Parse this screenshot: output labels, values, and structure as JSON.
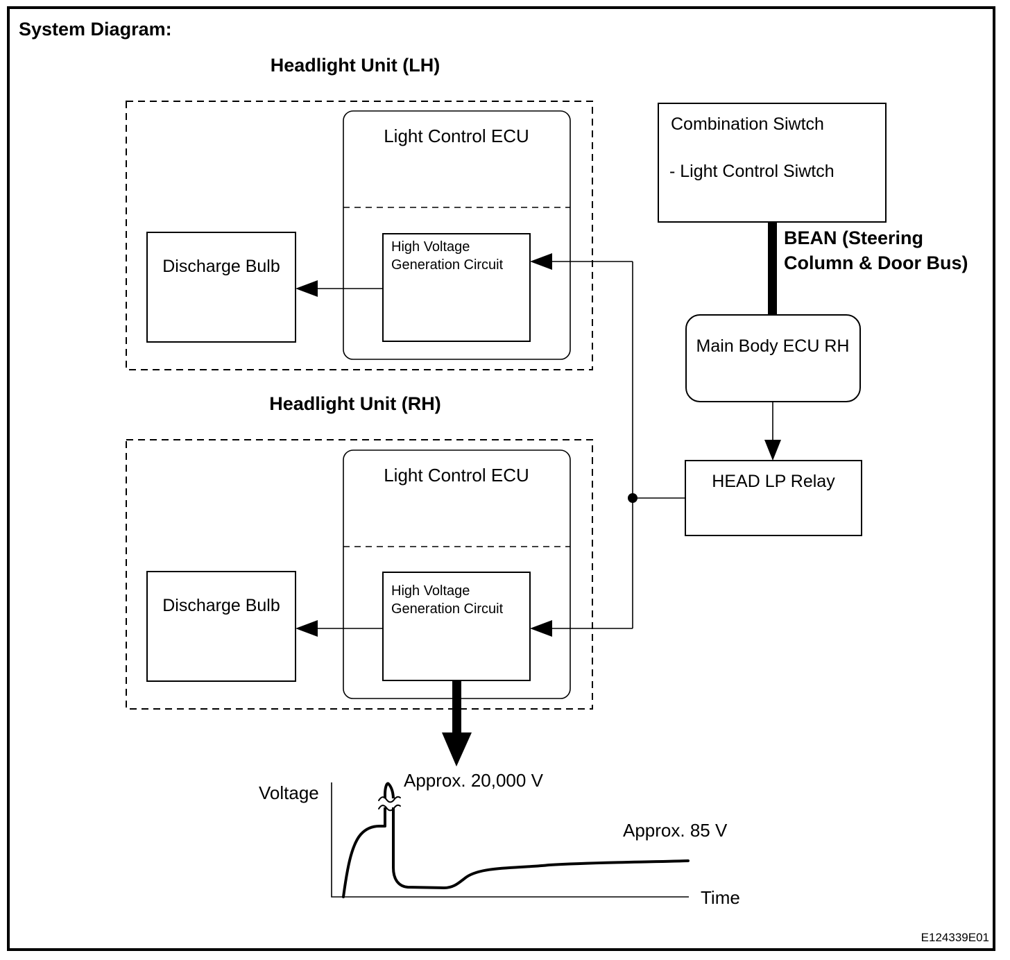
{
  "colors": {
    "ink": "#000000",
    "paper": "#ffffff"
  },
  "title": "System Diagram:",
  "headlight_unit_lh": {
    "heading": "Headlight Unit (LH)",
    "light_control_ecu": "Light Control ECU",
    "high_voltage_circuit_line1": "High Voltage",
    "high_voltage_circuit_line2": "Generation Circuit",
    "discharge_bulb": "Discharge Bulb"
  },
  "headlight_unit_rh": {
    "heading": "Headlight Unit (RH)",
    "light_control_ecu": "Light Control ECU",
    "high_voltage_circuit_line1": "High Voltage",
    "high_voltage_circuit_line2": "Generation Circuit",
    "discharge_bulb": "Discharge Bulb"
  },
  "combination_switch": {
    "title": "Combination Siwtch",
    "item": "- Light Control Siwtch"
  },
  "bean_bus": {
    "line1": "BEAN (Steering",
    "line2": "Column & Door Bus)"
  },
  "main_body_ecu": {
    "label": "Main Body ECU RH"
  },
  "head_lp_relay": {
    "label": "HEAD LP Relay"
  },
  "voltage_graph": {
    "y_axis_label": "Voltage",
    "x_axis_label": "Time",
    "peak_annotation": "Approx. 20,000 V",
    "steady_annotation": "Approx. 85 V"
  },
  "figure_code": "E124339E01"
}
